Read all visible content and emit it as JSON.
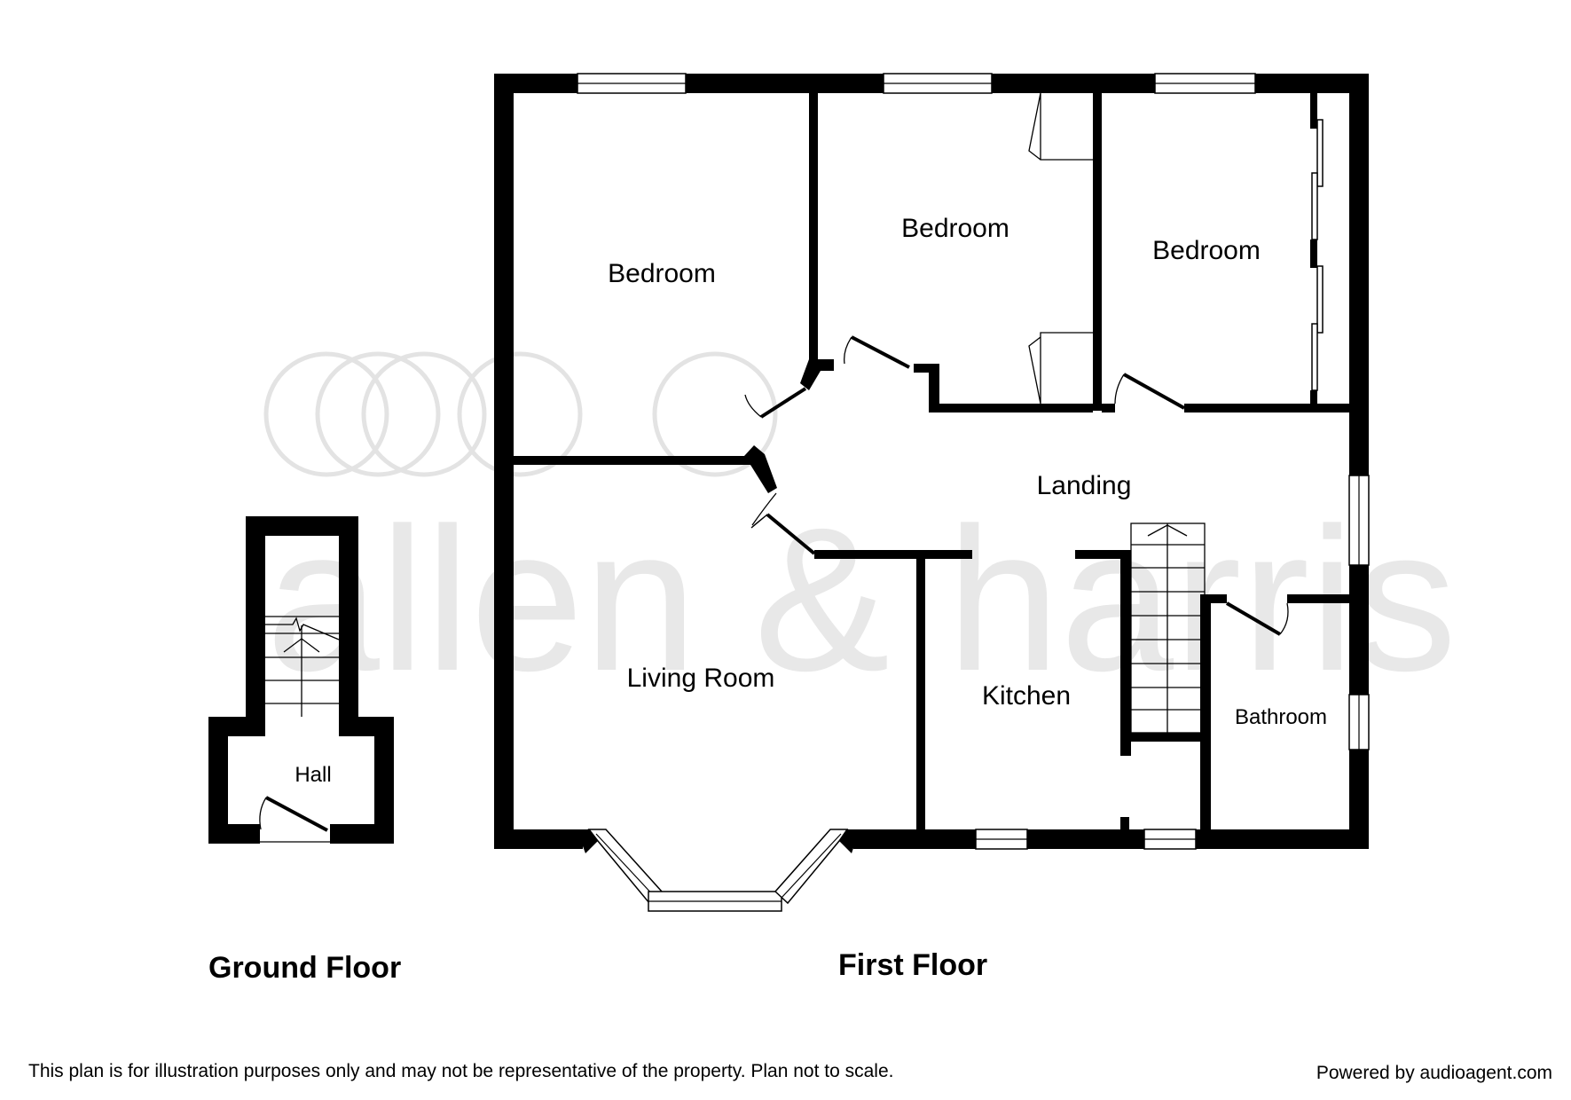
{
  "watermark": {
    "text": "allen & harris"
  },
  "rooms": {
    "bedroom_1": "Bedroom",
    "bedroom_2": "Bedroom",
    "bedroom_3": "Bedroom",
    "landing": "Landing",
    "living_room": "Living Room",
    "kitchen": "Kitchen",
    "bathroom": "Bathroom",
    "hall": "Hall"
  },
  "floors": {
    "ground": "Ground Floor",
    "first": "First Floor"
  },
  "footer": {
    "disclaimer": "This plan is for illustration purposes only and may not be representative of the property. Plan not to scale.",
    "powered_by": "Powered by audioagent.com"
  },
  "colors": {
    "wall": "#000000",
    "watermark": "#e3e3e3",
    "background": "#ffffff"
  }
}
